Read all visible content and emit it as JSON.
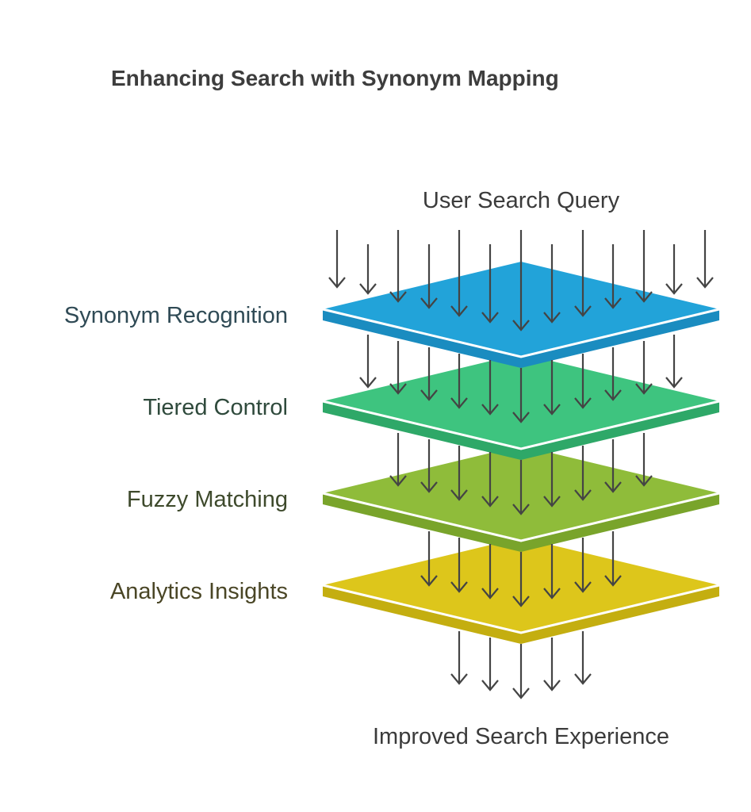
{
  "title": "Enhancing Search with Synonym Mapping",
  "input_label": "User Search Query",
  "output_label": "Improved Search Experience",
  "layers": [
    {
      "label": "Synonym Recognition",
      "top_color": "#22a3d9",
      "side_color": "#1a8cc0",
      "label_color": "#2f4a55"
    },
    {
      "label": "Tiered Control",
      "top_color": "#3ec47f",
      "side_color": "#2ea868",
      "label_color": "#2f4a3c"
    },
    {
      "label": "Fuzzy Matching",
      "top_color": "#8fbc3a",
      "side_color": "#79a42b",
      "label_color": "#3e4a2c"
    },
    {
      "label": "Analytics Insights",
      "top_color": "#ddc61b",
      "side_color": "#c4ae10",
      "label_color": "#4a4626"
    }
  ],
  "icons": {
    "flow_arrow": "arrow-down-icon"
  }
}
